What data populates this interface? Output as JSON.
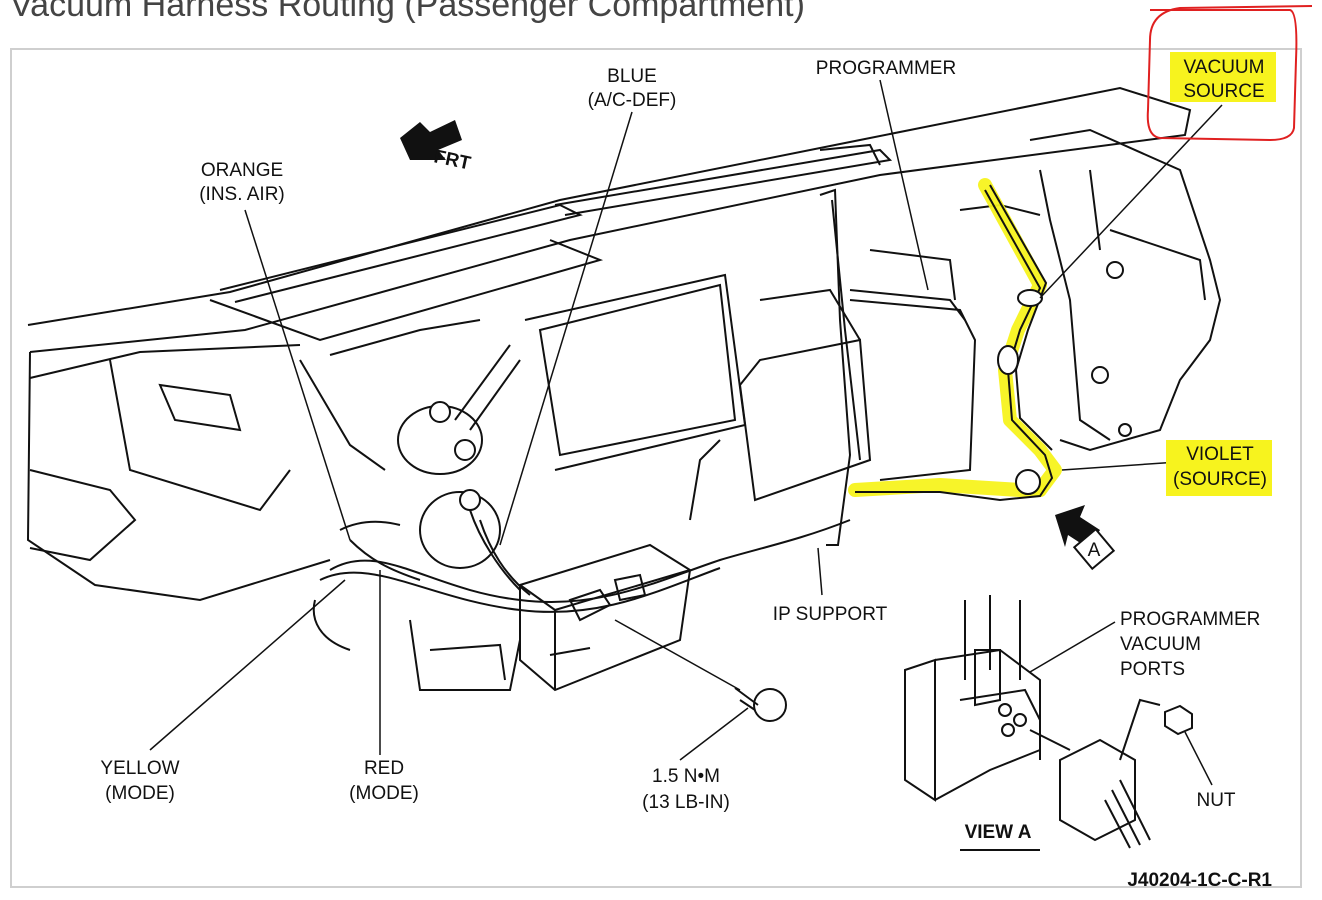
{
  "page": {
    "title": "Vacuum Harness Routing (Passenger Compartment)"
  },
  "labels": {
    "programmer": "PROGRAMMER",
    "vacuum_source_line1": "VACUUM",
    "vacuum_source_line2": "SOURCE",
    "blue_line1": "BLUE",
    "blue_line2": "(A/C-DEF)",
    "frt": "FRT",
    "orange_line1": "ORANGE",
    "orange_line2": "(INS. AIR)",
    "violet_line1": "VIOLET",
    "violet_line2": "(SOURCE)",
    "view_a_marker": "A",
    "ip_support": "IP SUPPORT",
    "programmer_vacuum_ports_line1": "PROGRAMMER",
    "programmer_vacuum_ports_line2": "VACUUM",
    "programmer_vacuum_ports_line3": "PORTS",
    "yellow_line1": "YELLOW",
    "yellow_line2": "(MODE)",
    "red_line1": "RED",
    "red_line2": "(MODE)",
    "torque_line1": "1.5 N•M",
    "torque_line2": "(13 LB-IN)",
    "nut": "NUT",
    "view_a": "VIEW A",
    "figure_code": "J40204-1C-C-R1"
  },
  "colors": {
    "highlight": "#f7f31e",
    "annotation_circle": "#e02020",
    "line": "#111111"
  }
}
